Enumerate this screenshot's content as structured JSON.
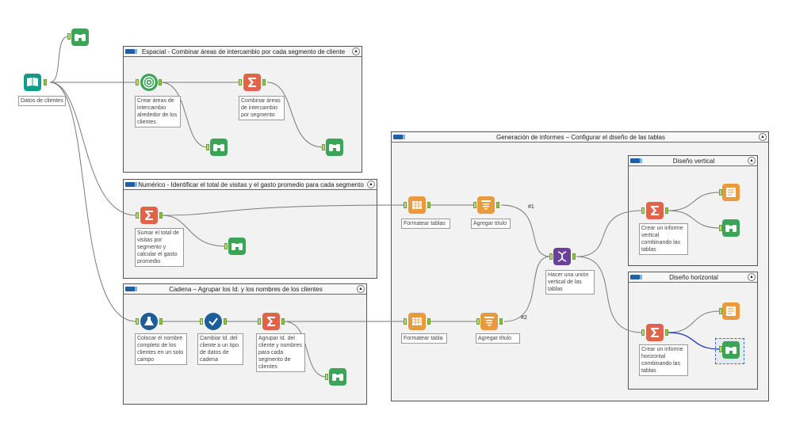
{
  "containers": {
    "espacial": "Espacial - Combinar áreas de intercambio  por cada segmento de cliente",
    "numerico": "Numérico - Identificar el total de visitas y el gasto  promedio para cada segmento",
    "cadena": "Cadena – Agrupar los Id. y los nombres de los clientes",
    "informes": "Generación de informes – Configurar el diseño de las tablas",
    "vertical": "Diseño vertical",
    "horizontal": "Diseño horizontal",
    "collapse_glyph": "▲"
  },
  "annotations": {
    "input": "Datos de clientes",
    "trade_area": "Crear áreas de intercambio alrededor de los clientes",
    "combine_areas": "Combinar áreas de intercambio por segmento",
    "sum_visits": "Sumar el total de visitas por segmento y calcular el gasto promedio",
    "formula": "Colocar el nombre completo de los clientes en un solo campo",
    "select": "Cambiar Id. del cliente a un tipo de datos de cadena",
    "group": "Agrupar Id. del cliente y nombres para cada segmento de clientes",
    "format_tables": "Formatear tablas",
    "add_title_1": "Agregar título",
    "format_table": "Formatear tabla",
    "add_title_2": "Agregar título",
    "union": "Hacer una unión vertical de las tablas",
    "vertical_report": "Crear un informe vertical combinando las tablas",
    "horizontal_report": "Crear un informe horizontal combinando las tablas"
  },
  "wire_labels": {
    "w1": "#1",
    "w2": "#2"
  },
  "icons": {
    "input": "book-input-icon",
    "browse": "binoculars-browse-icon",
    "trade_area": "target-trade-area-icon",
    "summarize": "sigma-summarize-icon",
    "table": "table-tool-icon",
    "header": "report-header-icon",
    "union": "dna-union-icon",
    "render": "document-render-icon",
    "formula": "flask-formula-icon",
    "select": "checkmark-select-icon"
  },
  "colors": {
    "teal": "#0f9d8a",
    "green": "#3aa457",
    "salmon": "#e1634a",
    "orange": "#e89a3c",
    "navy": "#1c5e9a",
    "purple": "#6a4196",
    "anchor": "#8cc63f",
    "wire": "#7a7a7a",
    "selected_wire": "#2a3fc4"
  }
}
